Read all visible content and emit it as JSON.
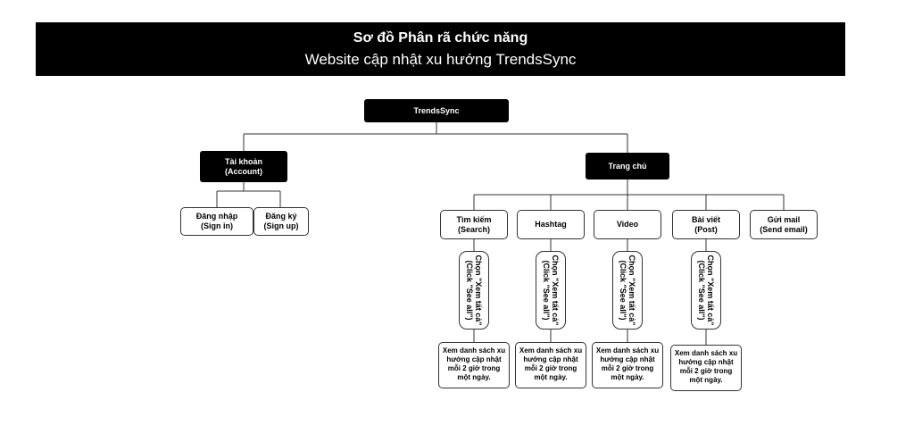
{
  "header": {
    "title": "Sơ đồ Phân rã chức năng",
    "subtitle": "Website cập nhật xu hướng TrendsSync"
  },
  "root": {
    "label": "TrendsSync"
  },
  "account": {
    "label1": "Tài khoản",
    "label2": "(Account)",
    "children": [
      {
        "label1": "Đăng nhập",
        "label2": "(Sign in)"
      },
      {
        "label1": "Đăng ký",
        "label2": "(Sign up)"
      }
    ]
  },
  "home": {
    "label": "Trang chủ",
    "children": [
      {
        "label1": "Tìm kiếm",
        "label2": "(Search)"
      },
      {
        "label1": "Hashtag",
        "label2": ""
      },
      {
        "label1": "Video",
        "label2": ""
      },
      {
        "label1": "Bài viết",
        "label2": "(Post)"
      },
      {
        "label1": "Gửi mail",
        "label2": "(Send email)"
      }
    ]
  },
  "step": {
    "label1": "Chọn \"Xem tất cả\"",
    "label2": "(Click \"See all\")"
  },
  "result": {
    "label": "Xem danh sách xu hướng cập nhật mỗi 2 giờ trong một ngày."
  },
  "colors": {
    "dark": "#000000",
    "line": "#333333"
  }
}
